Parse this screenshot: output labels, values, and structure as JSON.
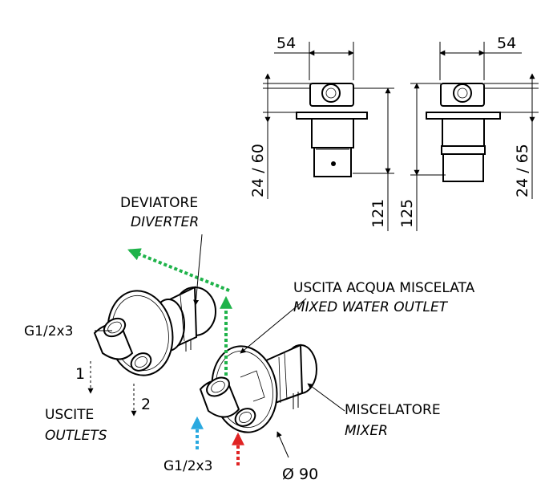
{
  "dimensions": {
    "top_left_width": "54",
    "top_right_width": "54",
    "left_depth": "24 / 60",
    "left_height": "121",
    "right_height": "125",
    "right_depth": "24 / 65",
    "plate_diameter": "Ø 90"
  },
  "labels": {
    "diverter_it": "DEVIATORE",
    "diverter_en": "DIVERTER",
    "mixed_outlet_it": "USCITA ACQUA MISCELATA",
    "mixed_outlet_en": "MIXED WATER OUTLET",
    "thread_top": "G1/2x3",
    "outlet_1": "1",
    "outlet_2": "2",
    "outlets_it": "USCITE",
    "outlets_en": "OUTLETS",
    "mixer_it": "MISCELATORE",
    "mixer_en": "MIXER",
    "thread_bottom": "G1/2x3"
  },
  "colors": {
    "cold_arrow": "#2aa9e0",
    "hot_arrow": "#e02424",
    "mixed_arrow": "#1fb34a",
    "line": "#000000"
  }
}
